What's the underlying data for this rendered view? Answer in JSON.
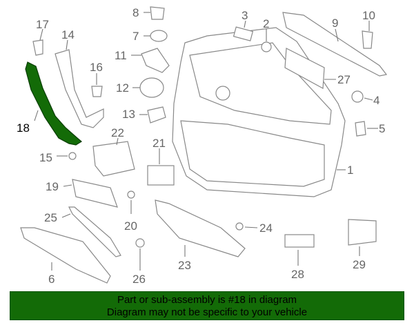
{
  "diagram": {
    "highlighted_part": "18",
    "highlight_color": "#136b07",
    "callouts": [
      "1",
      "2",
      "3",
      "4",
      "5",
      "6",
      "7",
      "8",
      "9",
      "10",
      "11",
      "12",
      "13",
      "14",
      "15",
      "16",
      "17",
      "18",
      "19",
      "20",
      "21",
      "22",
      "23",
      "24",
      "25",
      "26",
      "27",
      "28",
      "29"
    ]
  },
  "banner": {
    "line1": "Part or sub-assembly is #18 in diagram",
    "line2": "Diagram may not be specific to your vehicle"
  }
}
